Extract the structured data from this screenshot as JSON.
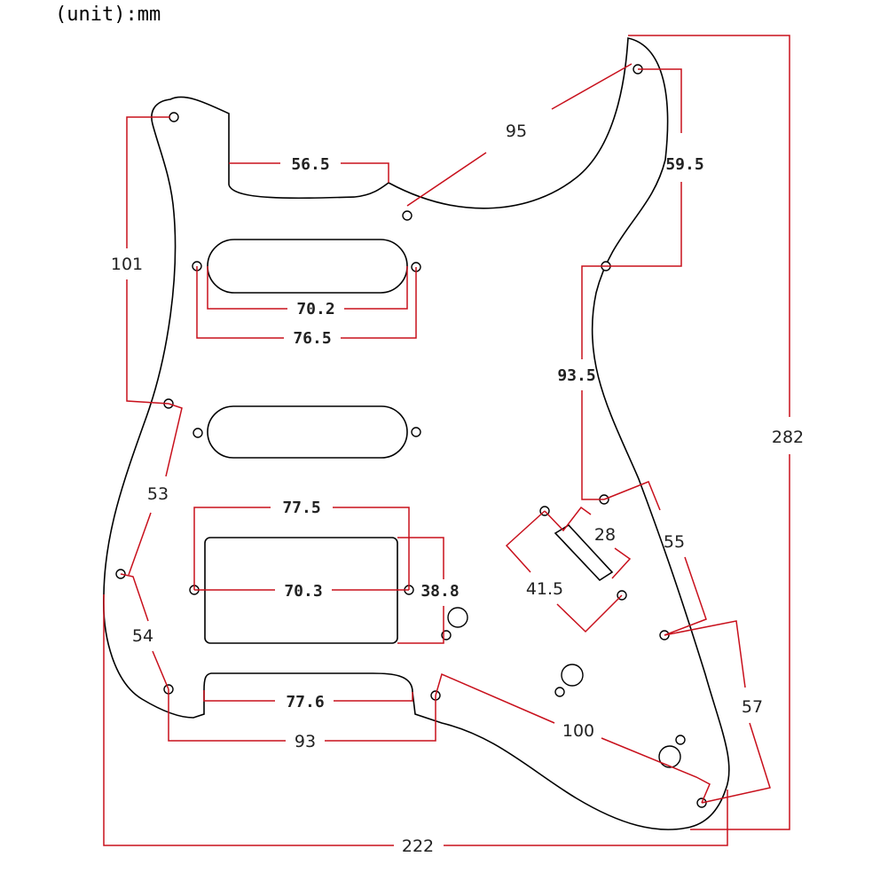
{
  "unit_label": "(unit):mm",
  "dimensions": {
    "d_56_5": "56.5",
    "d_95": "95",
    "d_59_5": "59.5",
    "d_101": "101",
    "d_70_2": "70.2",
    "d_76_5": "76.5",
    "d_93_5": "93.5",
    "d_282": "282",
    "d_53": "53",
    "d_28": "28",
    "d_55": "55",
    "d_77_5": "77.5",
    "d_70_3": "70.3",
    "d_38_8": "38.8",
    "d_41_5": "41.5",
    "d_54": "54",
    "d_57": "57",
    "d_77_6": "77.6",
    "d_100": "100",
    "d_93": "93",
    "d_222": "222"
  }
}
